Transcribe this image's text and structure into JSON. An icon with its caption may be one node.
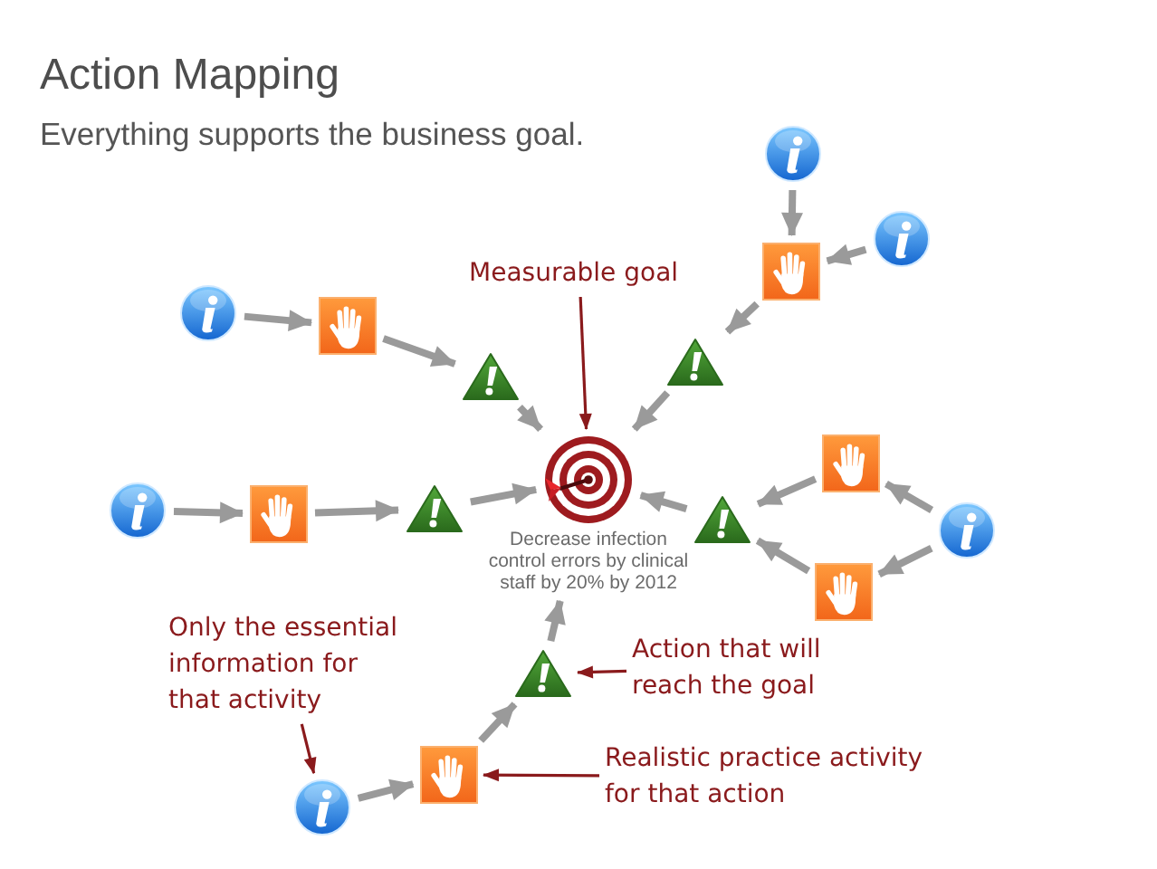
{
  "diagram": {
    "title": "Action Mapping",
    "nodes": [
      {
        "text": [
          "Measurable goal"
        ]
      },
      {
        "text": [],
        "shape": "circle"
      },
      {
        "text": [],
        "shape": "circle"
      },
      {
        "text": [],
        "shape": "box"
      },
      {
        "text": [],
        "shape": "circle"
      },
      {
        "text": [],
        "shape": "box"
      },
      {
        "text": [],
        "shape": "triangle"
      },
      {
        "text": [],
        "shape": "triangle"
      },
      {
        "text": [],
        "shape": "picture",
        "beside": [
          "Decrease infection control errors by clinical staff by 20% by 2012"
        ]
      },
      {
        "text": [],
        "shape": "circle"
      },
      {
        "text": [],
        "shape": "box"
      },
      {
        "text": [],
        "shape": "triangle"
      },
      {
        "text": [],
        "shape": "box"
      },
      {
        "text": [],
        "shape": "triangle"
      },
      {
        "text": [],
        "shape": "circle"
      },
      {
        "text": [],
        "shape": "box"
      },
      {
        "text": [
          "Only the essential information for that activity"
        ]
      },
      {
        "text": [],
        "shape": "triangle"
      },
      {
        "text": [
          "Action that will reach the goal"
        ]
      },
      {
        "text": [],
        "shape": "circle"
      },
      {
        "text": [],
        "shape": "box"
      },
      {
        "text": [
          "Realistic practice activity for that action"
        ]
      }
    ],
    "edges": [
      {
        "from": 1,
        "to": 3,
        "arrow": "to"
      },
      {
        "from": 2,
        "to": 3,
        "arrow": "to"
      },
      {
        "from": 4,
        "to": 5,
        "arrow": "to"
      },
      {
        "from": 5,
        "to": 6,
        "arrow": "to"
      },
      {
        "from": 3,
        "to": 7,
        "arrow": "to"
      },
      {
        "from": 6,
        "to": 8,
        "arrow": "to"
      },
      {
        "from": 7,
        "to": 8,
        "arrow": "to"
      },
      {
        "from": 9,
        "to": 10,
        "arrow": "to"
      },
      {
        "from": 10,
        "to": 11,
        "arrow": "to"
      },
      {
        "from": 11,
        "to": 8,
        "arrow": "to"
      },
      {
        "from": 14,
        "to": 12,
        "arrow": "to"
      },
      {
        "from": 14,
        "to": 15,
        "arrow": "to"
      },
      {
        "from": 12,
        "to": 13,
        "arrow": "to"
      },
      {
        "from": 15,
        "to": 13,
        "arrow": "to"
      },
      {
        "from": 13,
        "to": 8,
        "arrow": "to"
      },
      {
        "from": 19,
        "to": 20,
        "arrow": "to"
      },
      {
        "from": 20,
        "to": 17,
        "arrow": "to"
      },
      {
        "from": 17,
        "to": 8,
        "arrow": "to"
      },
      {
        "from": 0,
        "to": 8,
        "arrow": "to",
        "color": "#8a1a1c"
      },
      {
        "from": 16,
        "to": 19,
        "arrow": "to",
        "color": "#8a1a1c"
      },
      {
        "from": 18,
        "to": 17,
        "arrow": "to",
        "color": "#8a1a1c"
      },
      {
        "from": 21,
        "to": 20,
        "arrow": "to",
        "color": "#8a1a1c"
      }
    ],
    "labels": [
      "Everything supports the business goal."
    ]
  }
}
